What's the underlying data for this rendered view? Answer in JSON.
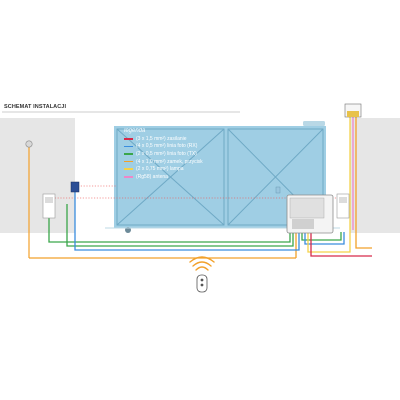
{
  "title": "SCHEMAT INSTALACJI",
  "legend": {
    "title": "legenda",
    "items": [
      {
        "label": "(3 x 1,5 mm²) zasilanie",
        "color": "#d62a4a"
      },
      {
        "label": "(4 x 0,5 mm²) linia foto (RX)",
        "color": "#3a8dde"
      },
      {
        "label": "(2 x 0,5 mm²) linia foto (TX)",
        "color": "#3aa64a"
      },
      {
        "label": "(4 x 1,0 mm²) zamek, przycisk",
        "color": "#f2a12a"
      },
      {
        "label": "(2 x 0,75 mm²) lampa",
        "color": "#f4d24a"
      },
      {
        "label": "(Rg58) antena",
        "color": "#ee88c8"
      }
    ]
  },
  "colors": {
    "gate": "#8ec6df",
    "wall": "#e6e6e6",
    "power": "#d62a4a",
    "photo_rx": "#3a8dde",
    "photo_tx": "#3aa64a",
    "lock": "#f2a12a",
    "lamp": "#f4d24a",
    "antenna": "#ee88c8"
  },
  "icons": [
    "remote-control-icon",
    "wireless-signal-icon",
    "warning-lamp-icon",
    "motor-unit-icon",
    "photocell-icon",
    "lock-icon"
  ]
}
